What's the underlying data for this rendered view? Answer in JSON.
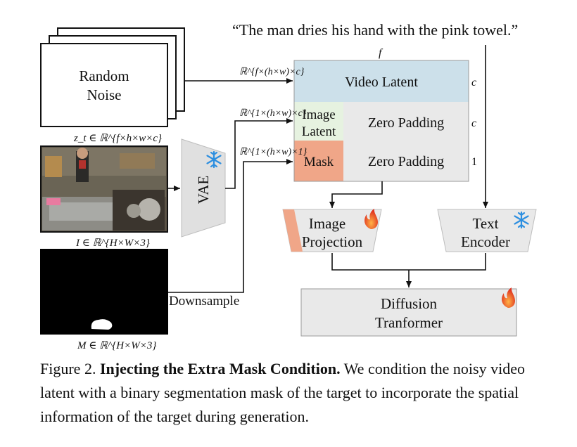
{
  "prompt": "“The man dries his hand with the pink towel.”",
  "noise": {
    "line1": "Random",
    "line2": "Noise",
    "label": "z_t ∈ ℝ^{f×h×w×c}"
  },
  "image": {
    "label": "I ∈ ℝ^{H×W×3}"
  },
  "mask": {
    "label": "M ∈ ℝ^{H×W×3}",
    "downsample": "Downsample"
  },
  "vae": {
    "label": "VAE",
    "frozen_icon": "snowflake-icon"
  },
  "arrows": {
    "noise_dim": "ℝ^{f×(h×w)×c}",
    "image_dim": "ℝ^{1×(h×w)×c}",
    "mask_dim": "ℝ^{1×(h×w)×1}"
  },
  "latent_grid": {
    "top_label": "f",
    "video_latent": "Video Latent",
    "video_dim": "c",
    "image_latent_1": "Image",
    "image_latent_2": "Latent",
    "zero_padding_1": "Zero Padding",
    "row2_dim": "c",
    "mask": "Mask",
    "zero_padding_2": "Zero Padding",
    "row3_dim": "1"
  },
  "image_projection": {
    "line1": "Image",
    "line2": "Projection",
    "trainable_icon": "fire-icon"
  },
  "text_encoder": {
    "line1": "Text",
    "line2": "Encoder",
    "frozen_icon": "snowflake-icon"
  },
  "diffusion": {
    "line1": "Diffusion",
    "line2": "Tranformer",
    "trainable_icon": "fire-icon"
  },
  "caption": {
    "prefix": "Figure 2. ",
    "title": "Injecting the Extra Mask Condition.",
    "body": " We condition the noisy video latent with a binary segmentation mask of the target to incorporate the spatial information of the target during generation."
  },
  "colors": {
    "video_latent": "#cce0ea",
    "image_latent": "#e6f2e0",
    "mask": "#f0a688",
    "gray_block": "#e9e9e9",
    "fire": "#e0321f",
    "snow": "#2d8fe0"
  }
}
